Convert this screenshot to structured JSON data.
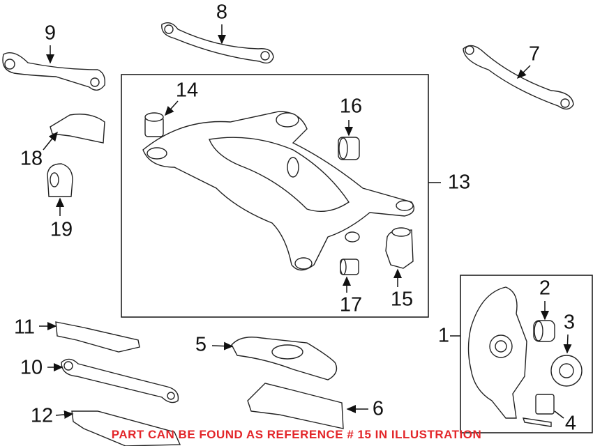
{
  "diagram": {
    "labels": [
      "1",
      "2",
      "3",
      "4",
      "5",
      "6",
      "7",
      "8",
      "9",
      "10",
      "11",
      "12",
      "13",
      "14",
      "15",
      "16",
      "17",
      "18",
      "19"
    ],
    "footer_note": "PART CAN BE FOUND AS REFERENCE # 15 IN ILLUSTRATION",
    "footer_color": "#e3262a"
  }
}
